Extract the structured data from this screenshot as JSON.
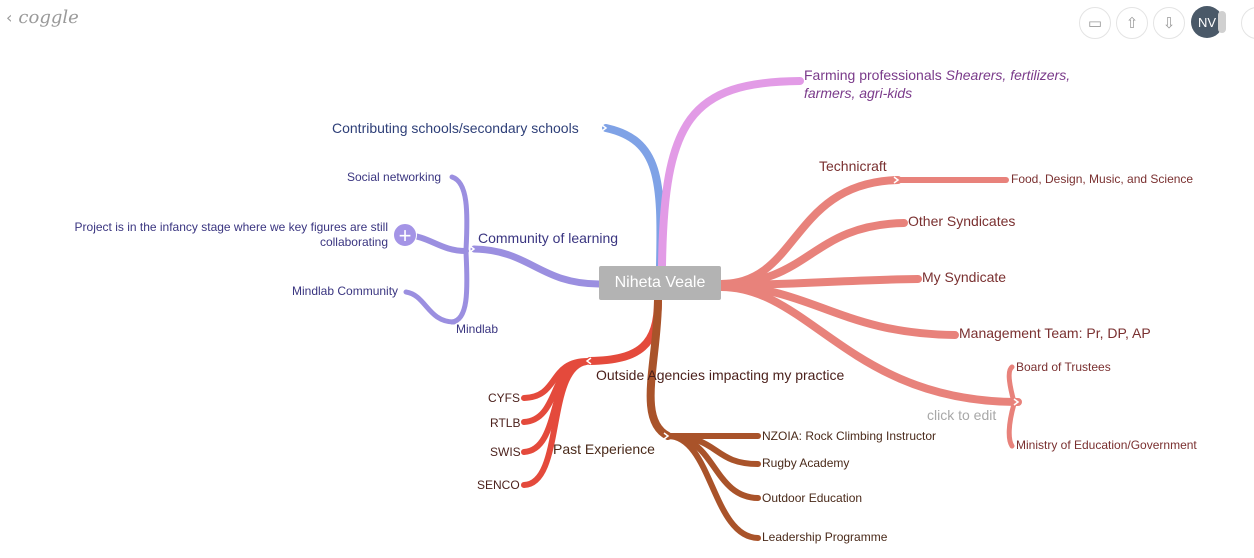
{
  "header": {
    "logo_text": "coggle",
    "back_icon": "chevron-left-icon",
    "toolbar_icons": [
      "present-icon",
      "share-icon",
      "download-icon"
    ],
    "avatar_initials": "NV"
  },
  "colors": {
    "purple": "#9b8fe0",
    "blue": "#7fa2e6",
    "pink": "#e29be6",
    "salmon": "#e8827b",
    "red": "#e44a3c",
    "brown": "#a9532a",
    "root_bg": "#b3b3b3"
  },
  "root": {
    "label": "Niheta Veale"
  },
  "nodes": {
    "contributing": "Contributing schools/secondary schools",
    "farming_main": "Farming professionals ",
    "farming_italic": "Shearers, fertilizers, farmers, agri-kids",
    "community": "Community of learning",
    "social": "Social networking",
    "project": "Project is in the infancy stage where we key figures are still collaborating",
    "mindlab_community": "Mindlab Community",
    "mindlab": "Mindlab",
    "technicraft": "Technicraft",
    "food": "Food, Design, Music, and Science",
    "other_syndicates": "Other Syndicates",
    "my_syndicate": "My Syndicate",
    "management": "Management Team: Pr, DP, AP",
    "board": "Board of Trustees",
    "ministry": "Ministry of Education/Government",
    "outside": "Outside Agencies impacting my practice",
    "cyfs": "CYFS",
    "rtlb": "RTLB",
    "swis": "SWIS",
    "senco": "SENCO",
    "past": "Past Experience",
    "nzoia": "NZOIA: Rock Climbing Instructor",
    "rugby": "Rugby Academy",
    "outdoor": "Outdoor Education",
    "leadership": "Leadership Programme"
  },
  "hint": "click to edit"
}
